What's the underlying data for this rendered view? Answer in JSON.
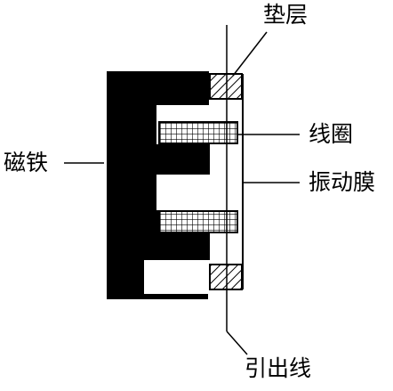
{
  "diagram": {
    "labels": {
      "gasket": "垫层",
      "coil": "线圈",
      "magnet": "磁铁",
      "diaphragm": "振动膜",
      "lead_wire": "引出线"
    },
    "colors": {
      "ink": "#000000",
      "background": "#ffffff"
    }
  }
}
